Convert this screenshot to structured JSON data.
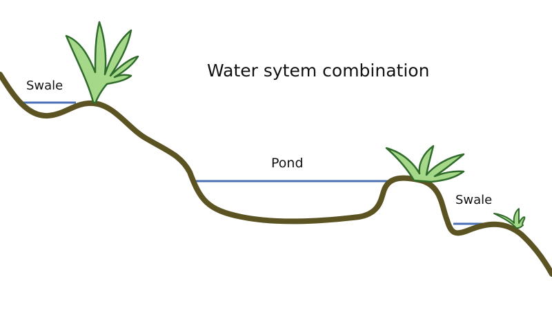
{
  "title": "Water sytem combination",
  "labels": {
    "swale_left": "Swale",
    "pond": "Pond",
    "swale_right": "Swale"
  },
  "colors": {
    "ground": "#5c5322",
    "water": "#4a6fb5",
    "plant_fill": "#a6d88a",
    "plant_outline": "#2f6b2a"
  }
}
